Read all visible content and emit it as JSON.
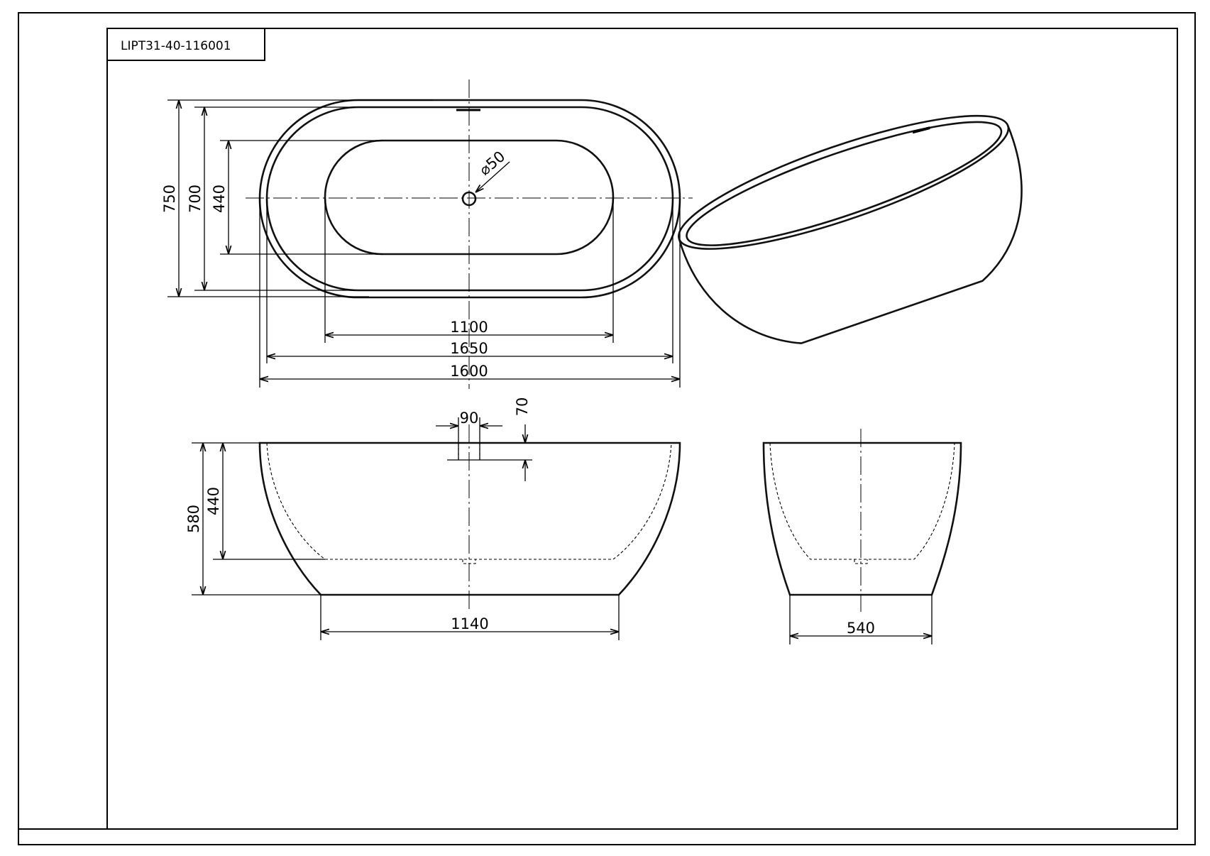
{
  "title_block": {
    "code": "LIPT31-40-116001"
  },
  "top_view": {
    "dims": {
      "outer_length": "1650",
      "overall_length": "1600",
      "inner_length": "1100",
      "overall_width": "750",
      "rim_width": "700",
      "inner_width": "440",
      "drain_diameter": "⌀50"
    }
  },
  "front_view": {
    "dims": {
      "overflow_width": "90",
      "overflow_depth": "70",
      "height": "580",
      "water_depth": "440",
      "base_length": "1140"
    }
  },
  "side_view": {
    "dims": {
      "base_width": "540"
    }
  }
}
